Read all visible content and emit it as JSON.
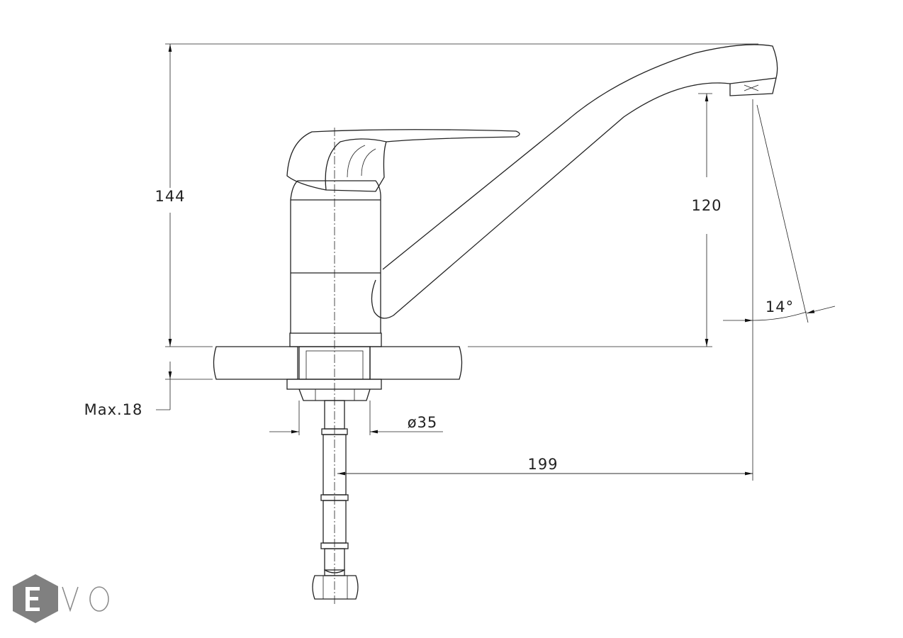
{
  "drawing": {
    "dimensions": {
      "overall_height": "144",
      "spout_height": "120",
      "spout_angle": "14°",
      "max_counter_thickness": "Max.18",
      "mount_diameter": "ø35",
      "spout_reach": "199"
    }
  },
  "logo": {
    "text": "EVO",
    "color": "#808080"
  }
}
